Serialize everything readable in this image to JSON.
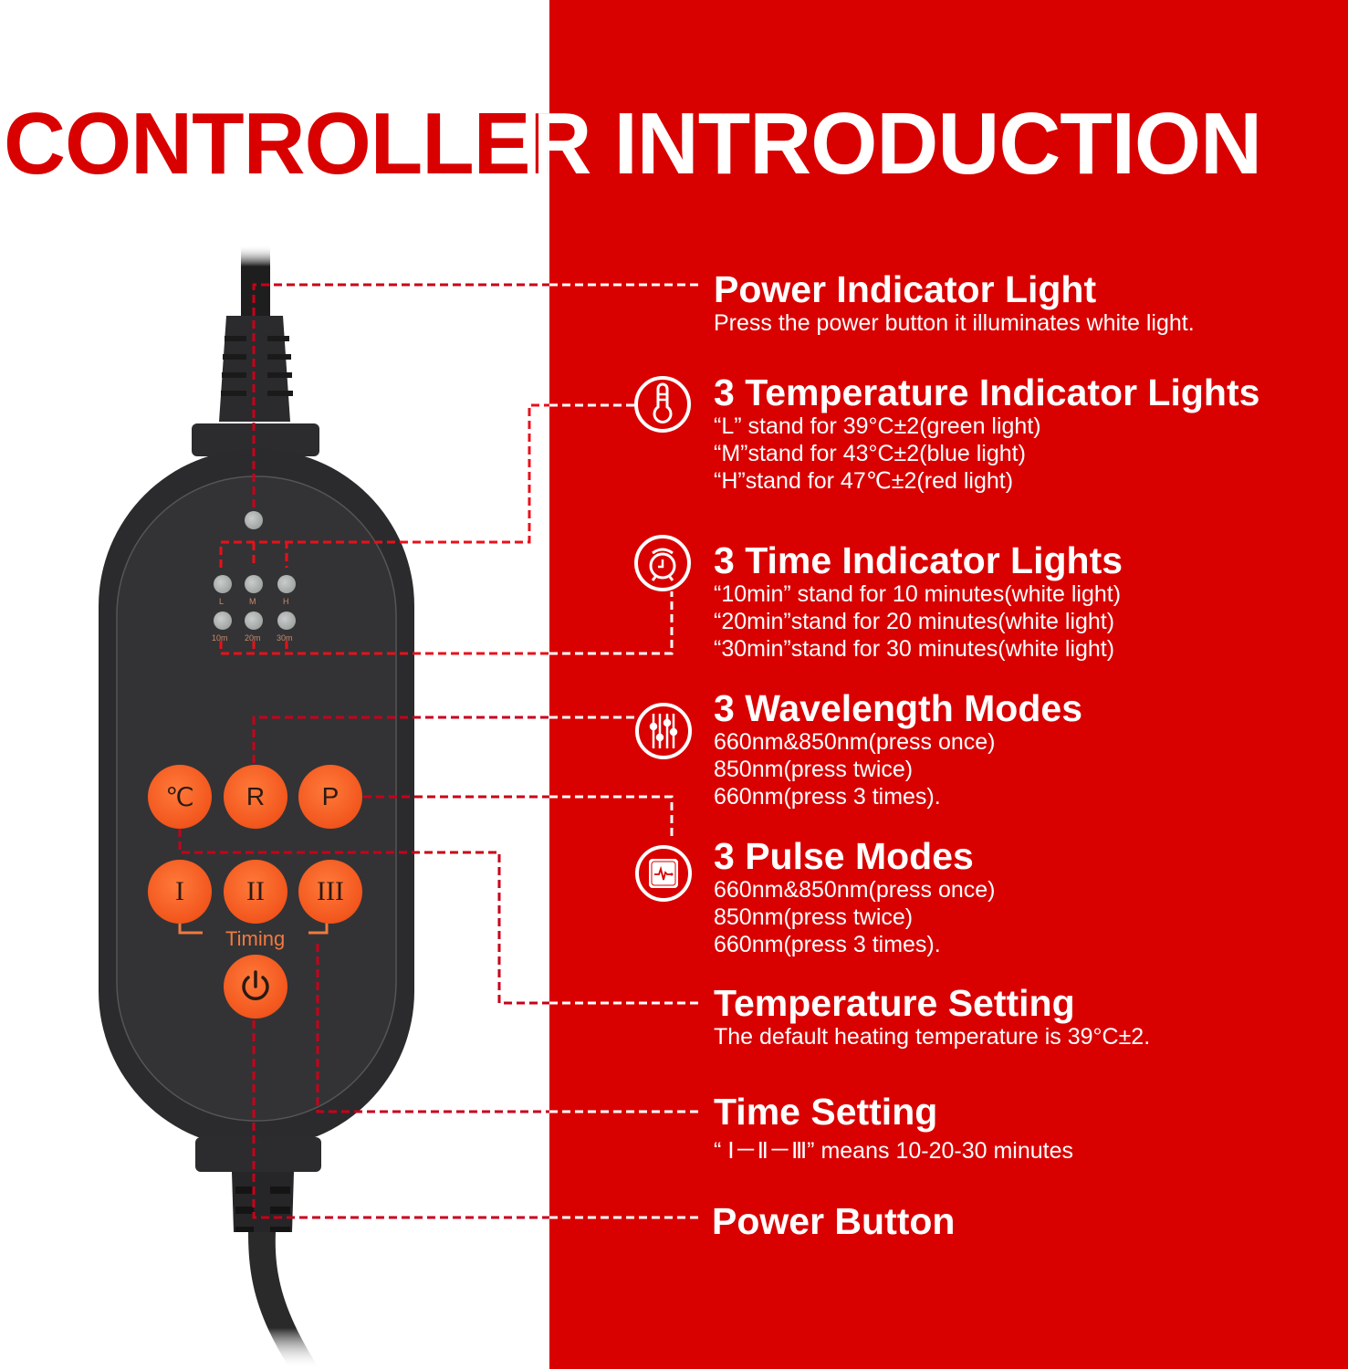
{
  "title": {
    "text": "CONTROLLER INTRODUCTION"
  },
  "colors": {
    "brand_red": "#d90000",
    "button_orange": "#f2561d",
    "device_body": "#2e2e30",
    "leader_line_red": "#c8001a",
    "leader_line_white": "#ffffff"
  },
  "device": {
    "indicator_labels": {
      "temperature": [
        "L",
        "M",
        "H"
      ],
      "time": [
        "10m",
        "20m",
        "30m"
      ]
    },
    "buttons": {
      "temperature": "℃",
      "wavelength": "R",
      "pulse": "P",
      "timer_1": "I",
      "timer_2": "II",
      "timer_3": "III",
      "power_icon": "power-icon"
    },
    "timing_label": "Timing"
  },
  "features": [
    {
      "icon": "none",
      "title": "Power Indicator Light",
      "lines": [
        "Press the power button it illuminates white light."
      ]
    },
    {
      "icon": "thermometer-icon",
      "title": "3 Temperature Indicator Lights",
      "lines": [
        "“L” stand for 39°C±2(green light)",
        "“M”stand for 43°C±2(blue light)",
        "“H”stand for 47℃±2(red light)"
      ]
    },
    {
      "icon": "alarm-clock-icon",
      "title": "3 Time Indicator Lights",
      "lines": [
        "“10min” stand for 10 minutes(white light)",
        "“20min”stand for 20 minutes(white light)",
        "“30min”stand for 30 minutes(white light)"
      ]
    },
    {
      "icon": "sliders-icon",
      "title": "3 Wavelength Modes",
      "lines": [
        "660nm&850nm(press once)",
        "850nm(press twice)",
        "660nm(press 3 times)."
      ]
    },
    {
      "icon": "pulse-icon",
      "title": "3 Pulse Modes",
      "lines": [
        "660nm&850nm(press once)",
        "850nm(press twice)",
        "660nm(press 3 times)."
      ]
    },
    {
      "icon": "none",
      "title": "Temperature Setting",
      "lines": [
        "The default heating temperature is 39°C±2."
      ]
    },
    {
      "icon": "none",
      "title": "Time Setting",
      "lines": [
        "“ Ⅰ－Ⅱ－Ⅲ” means 10-20-30 minutes"
      ]
    },
    {
      "icon": "none",
      "title": "Power Button",
      "lines": []
    }
  ]
}
